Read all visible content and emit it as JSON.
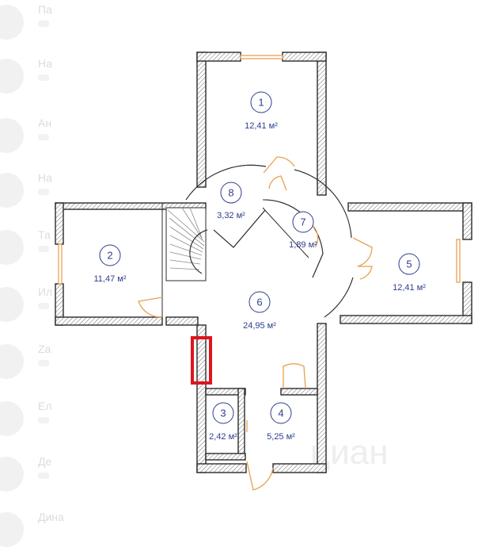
{
  "sidebar": {
    "items": [
      {
        "name": "Па"
      },
      {
        "name": "На"
      },
      {
        "name": "Ан"
      },
      {
        "name": "На"
      },
      {
        "name": "Та"
      },
      {
        "name": "Ил"
      },
      {
        "name": "Za"
      },
      {
        "name": "Ел"
      },
      {
        "name": "Де"
      },
      {
        "name": "Дина"
      }
    ]
  },
  "plan": {
    "rooms": [
      {
        "number": "1",
        "area": "12,41 м²"
      },
      {
        "number": "2",
        "area": "11,47 м²"
      },
      {
        "number": "3",
        "area": "2,42 м²"
      },
      {
        "number": "4",
        "area": "5,25 м²"
      },
      {
        "number": "5",
        "area": "12,41 м²"
      },
      {
        "number": "6",
        "area": "24,95 м²"
      },
      {
        "number": "7",
        "area": "1,89 м²"
      },
      {
        "number": "8",
        "area": "3,32 м²"
      }
    ],
    "watermark": "циан",
    "colors": {
      "wall": "#2b2b2b",
      "door": "#e8a050",
      "label": "#2c3e8f",
      "highlight": "#e0141c"
    }
  }
}
